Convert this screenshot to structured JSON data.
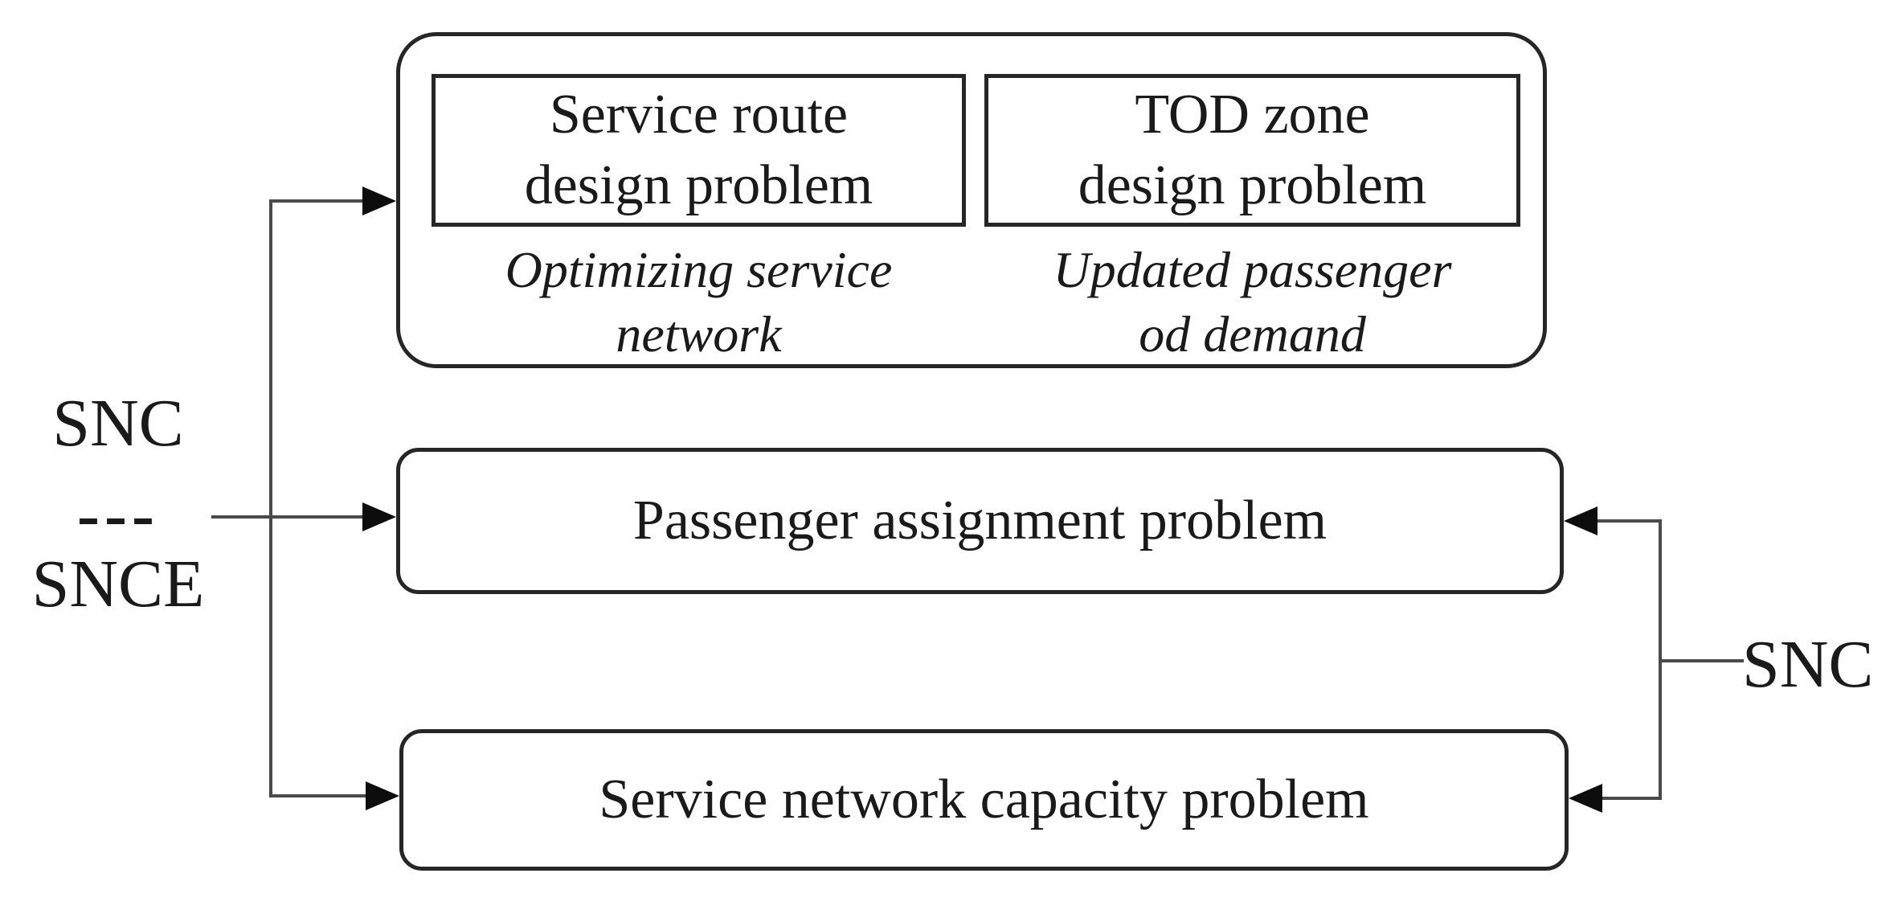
{
  "figure": {
    "top_group": {
      "boxes": [
        {
          "title_lines": [
            "Service route",
            "design problem"
          ],
          "caption_lines": [
            "Optimizing service",
            "network"
          ]
        },
        {
          "title_lines": [
            "TOD zone",
            "design problem"
          ],
          "caption_lines": [
            "Updated passenger",
            "od demand"
          ]
        }
      ]
    },
    "middle_box": {
      "label": "Passenger assignment problem"
    },
    "bottom_box": {
      "label": "Service network capacity problem"
    },
    "left_label": {
      "line1": "SNC",
      "line2": "---",
      "line3": "SNCE"
    },
    "right_label": {
      "text": "SNC"
    },
    "icons": {
      "arrowhead_right": "css-triangle-pointing-right",
      "arrowhead_left": "css-triangle-pointing-left"
    },
    "colors": {
      "background": "#ffffff",
      "box_border": "#262626",
      "connector_line": "#4a4a4a",
      "arrowhead": "#0d0d0d",
      "text": "#1a1a1a"
    }
  }
}
